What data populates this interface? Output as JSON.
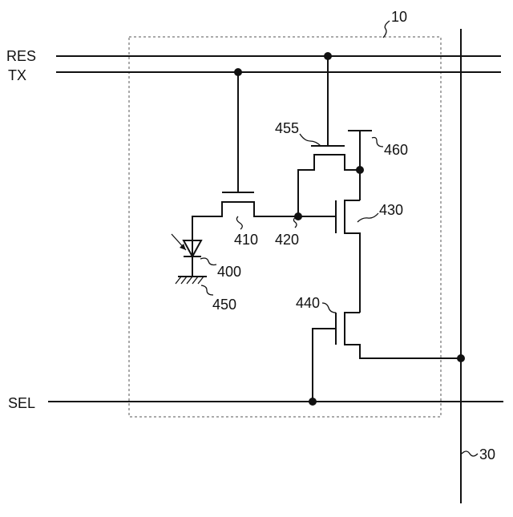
{
  "lines": {
    "res": "RES",
    "tx": "TX",
    "sel": "SEL"
  },
  "refs": {
    "pixel": "10",
    "column_line": "30",
    "photodiode": "400",
    "transfer_tr": "410",
    "fd_node": "420",
    "amp_tr": "430",
    "select_tr": "440",
    "ground": "450",
    "reset_tr": "455",
    "power": "460"
  }
}
